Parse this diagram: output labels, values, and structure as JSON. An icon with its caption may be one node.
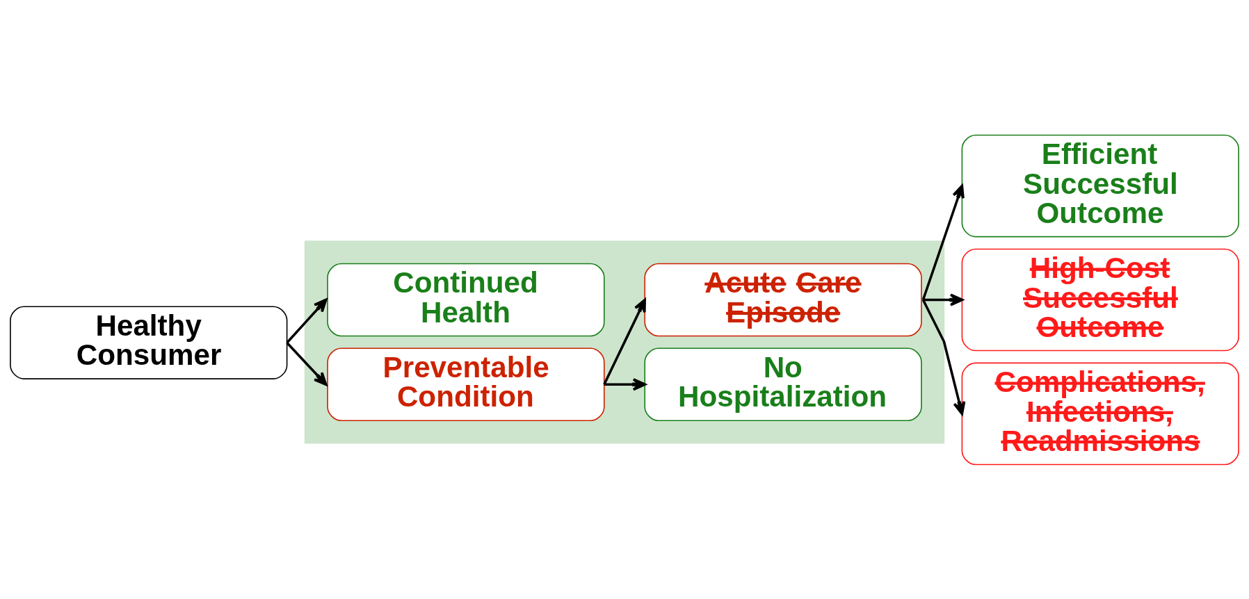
{
  "diagram": {
    "nodes": [
      {
        "text": [
          "Healthy Consumer"
        ]
      },
      {
        "text": [],
        "shape": "box"
      },
      {
        "text": [
          "Continued Health"
        ],
        "in": 1
      },
      {
        "text": [
          "Preventable Condition"
        ],
        "in": 1
      },
      {
        "text": [
          "No Hospitalization"
        ],
        "in": 1
      },
      {
        "text": [
          "Acute Care Episode"
        ],
        "in": 1
      },
      {
        "text": [
          "Efficient Successful Outcome"
        ]
      },
      {
        "text": [
          "High-Cost Successful Outcome"
        ]
      },
      {
        "text": [
          "Complications, Infections, Readmissions"
        ]
      }
    ],
    "edges": [
      {
        "from": 0,
        "to": 2,
        "arrow": "to"
      },
      {
        "from": 0,
        "to": 3,
        "arrow": "to"
      },
      {
        "from": 3,
        "to": 4,
        "arrow": "to"
      },
      {
        "from": 3,
        "to": 5,
        "arrow": "to"
      },
      {
        "from": 5,
        "to": 6,
        "arrow": "to"
      },
      {
        "from": 5,
        "to": 7,
        "arrow": "to"
      },
      {
        "from": 5,
        "to": 8,
        "arrow": "to"
      }
    ]
  }
}
